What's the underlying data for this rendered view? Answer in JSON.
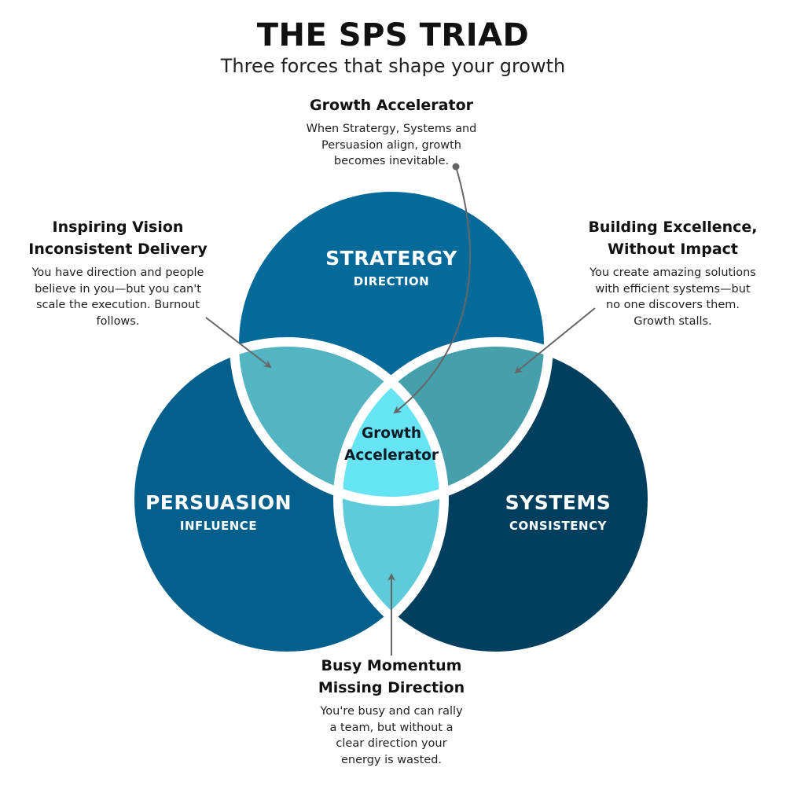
{
  "header": {
    "title": "THE SPS TRIAD",
    "subtitle": "Three forces that shape your growth"
  },
  "circles": {
    "strategy": {
      "label": "STRATERGY",
      "sublabel": "DIRECTION",
      "color": "#046a9a"
    },
    "persuasion": {
      "label": "PERSUASION",
      "sublabel": "INFLUENCE",
      "color": "#035f8c"
    },
    "systems": {
      "label": "SYSTEMS",
      "sublabel": "CONSISTENCY",
      "color": "#023f5e"
    }
  },
  "overlaps": {
    "strategy_persuasion_color": "#52b5c1",
    "strategy_systems_color": "#45a0ab",
    "persuasion_systems_color": "#5dcbd9",
    "center_color": "#66e4f4",
    "center_label_line1": "Growth",
    "center_label_line2": "Accelerator"
  },
  "callouts": {
    "top": {
      "title": "Growth Accelerator",
      "lines": [
        "When Stratergy, Systems and",
        "Persuasion align, growth",
        "becomes inevitable."
      ]
    },
    "left": {
      "title_lines": [
        "Inspiring Vision",
        "Inconsistent Delivery"
      ],
      "lines": [
        "You have direction and people",
        "believe in you—but you can't",
        "scale the execution. Burnout",
        "follows."
      ]
    },
    "right": {
      "title_lines": [
        "Building Excellence,",
        "Without Impact"
      ],
      "lines": [
        "You create amazing solutions",
        "with efficient systems—but",
        "no one discovers them.",
        "Growth stalls."
      ]
    },
    "bottom": {
      "title_lines": [
        "Busy Momentum",
        "Missing Direction"
      ],
      "lines": [
        "You're busy and can rally",
        "a team, but without a",
        "clear direction your",
        "energy is wasted."
      ]
    }
  }
}
